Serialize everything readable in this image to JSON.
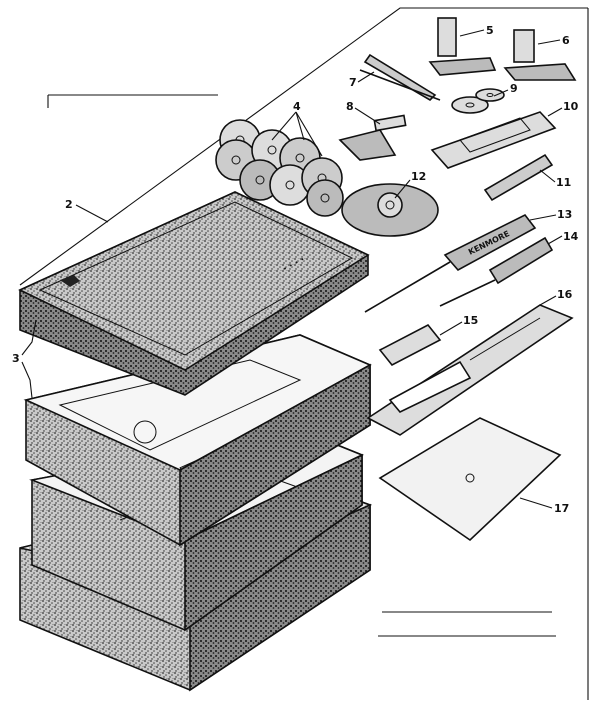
{
  "callouts": [
    {
      "id": "c2",
      "text": "2"
    },
    {
      "id": "c3",
      "text": "3"
    },
    {
      "id": "c4",
      "text": "4"
    },
    {
      "id": "c5",
      "text": "5"
    },
    {
      "id": "c6",
      "text": "6"
    },
    {
      "id": "c7",
      "text": "7"
    },
    {
      "id": "c8",
      "text": "8"
    },
    {
      "id": "c9",
      "text": "9"
    },
    {
      "id": "c10",
      "text": "10"
    },
    {
      "id": "c11",
      "text": "11"
    },
    {
      "id": "c12",
      "text": "12"
    },
    {
      "id": "c13",
      "text": "13"
    },
    {
      "id": "c14",
      "text": "14"
    },
    {
      "id": "c15",
      "text": "15"
    },
    {
      "id": "c16",
      "text": "16"
    },
    {
      "id": "c17",
      "text": "17"
    }
  ],
  "screwdriver_brand": "KENMORE",
  "colors": {
    "ink": "#111111",
    "paper": "#ffffff",
    "stipple": "#555555"
  }
}
